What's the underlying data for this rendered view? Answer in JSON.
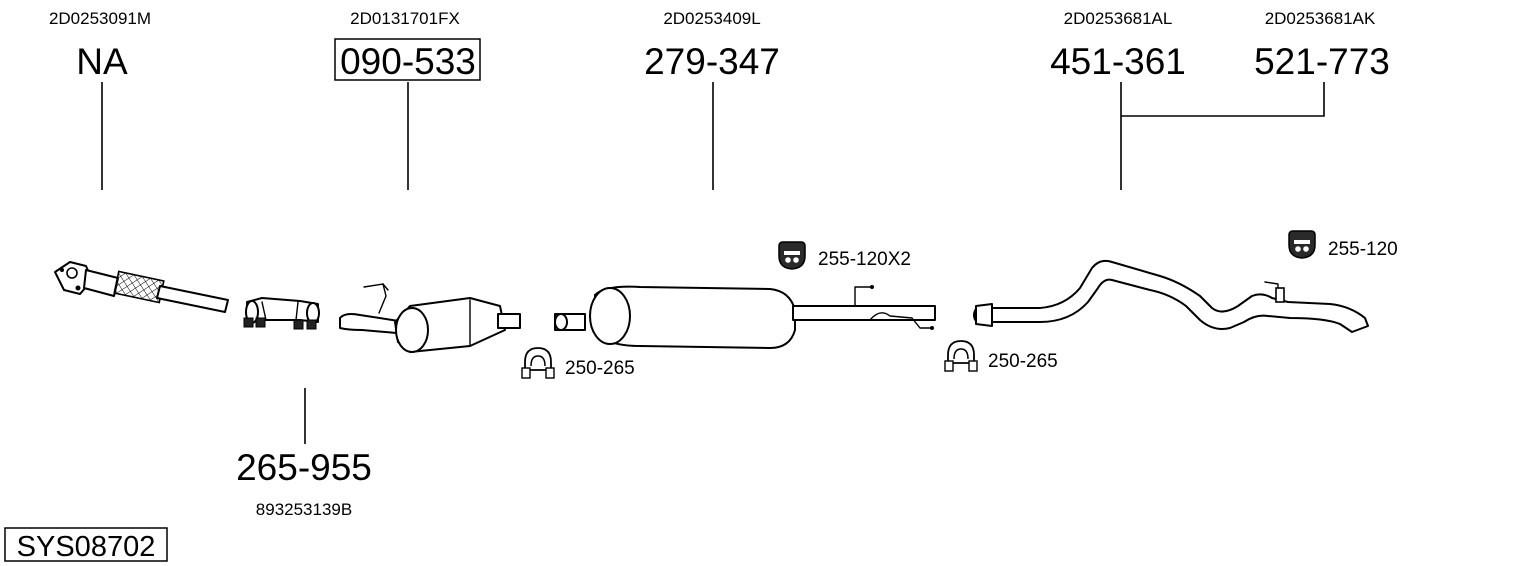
{
  "diagram": {
    "system_id": "SYS08702",
    "parts": [
      {
        "oe": "2D0253091M",
        "number": "NA",
        "boxed": false
      },
      {
        "oe": "2D0131701FX",
        "number": "090-533",
        "boxed": true
      },
      {
        "oe": "2D0253409L",
        "number": "279-347",
        "boxed": false
      },
      {
        "oe": "2D0253681AL",
        "number": "451-361",
        "boxed": false
      },
      {
        "oe": "2D0253681AK",
        "number": "521-773",
        "boxed": false
      },
      {
        "oe": "893253139B",
        "number": "265-955",
        "boxed": false
      }
    ],
    "accessories": [
      {
        "number": "255-120X2",
        "icon": "rubber-hanger-icon"
      },
      {
        "number": "250-265",
        "icon": "pipe-clamp-icon"
      },
      {
        "number": "250-265",
        "icon": "pipe-clamp-icon"
      },
      {
        "number": "255-120",
        "icon": "rubber-hanger-icon"
      }
    ]
  }
}
